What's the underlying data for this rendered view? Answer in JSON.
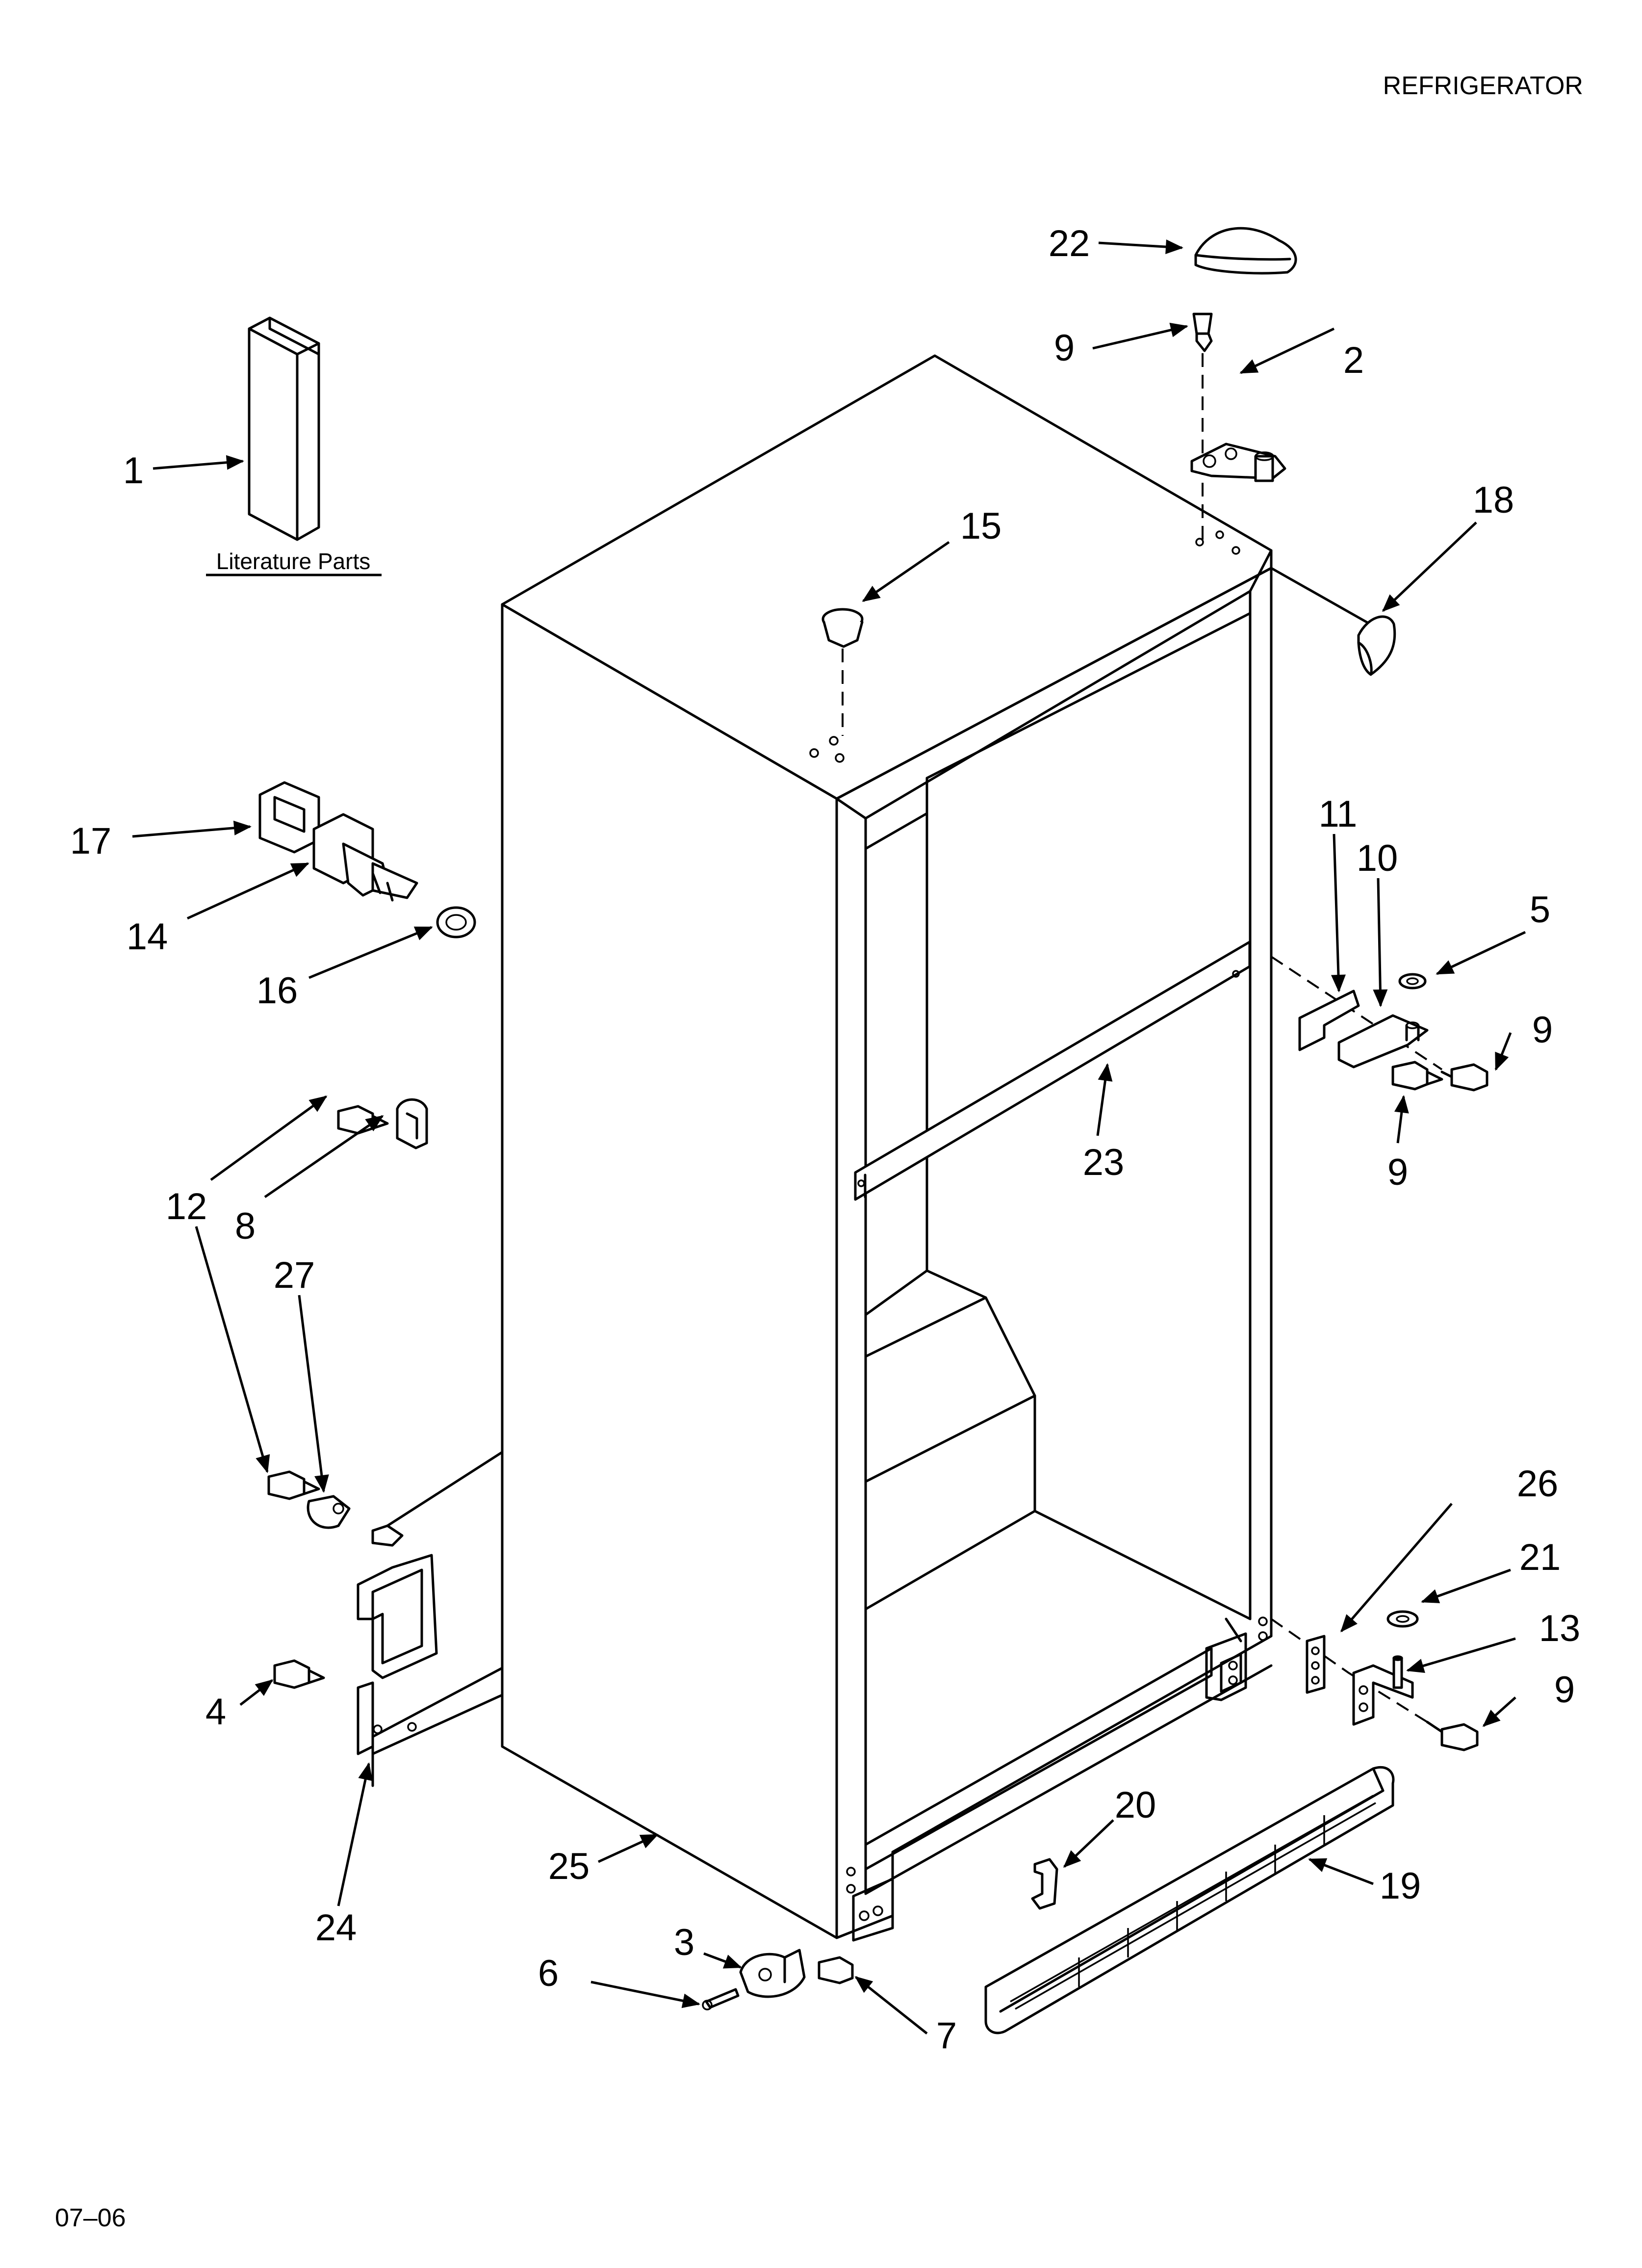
{
  "header": {
    "title": "REFRIGERATOR"
  },
  "footer": {
    "date_code": "07–06"
  },
  "literature": {
    "caption": "Literature Parts"
  },
  "callouts": {
    "c1": "1",
    "c2": "2",
    "c3": "3",
    "c4": "4",
    "c5": "5",
    "c6": "6",
    "c7": "7",
    "c8": "8",
    "c9_top": "9",
    "c9_mid_right": "9",
    "c9_mid_below": "9",
    "c9_bottom": "9",
    "c10": "10",
    "c11": "11",
    "c12": "12",
    "c13": "13",
    "c14": "14",
    "c15": "15",
    "c16": "16",
    "c17": "17",
    "c18": "18",
    "c19": "19",
    "c20": "20",
    "c21": "21",
    "c22": "22",
    "c23": "23",
    "c24": "24",
    "c25": "25",
    "c26": "26",
    "c27": "27"
  }
}
